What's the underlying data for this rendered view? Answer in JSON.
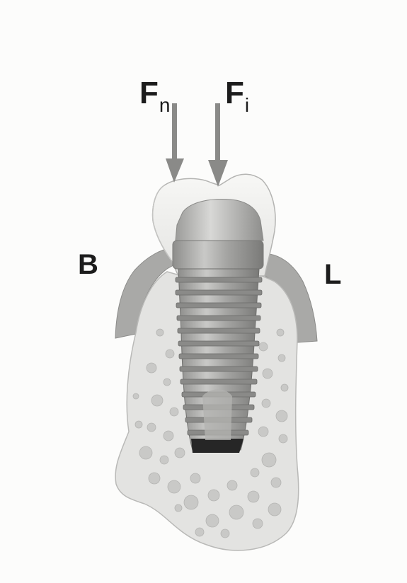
{
  "labels": {
    "force_normal": {
      "main": "F",
      "sub": "n"
    },
    "force_implant": {
      "main": "F",
      "sub": "i"
    },
    "buccal": "B",
    "lingual": "L"
  },
  "colors": {
    "background": "#fcfcfb",
    "bone": "#e3e3e1",
    "bone_edge": "#b9b9b7",
    "cancellous": "#c9c9c7",
    "gingiva": "#a9a9a7",
    "crown": "#efefed",
    "implant": "#9a9a98",
    "arrow": "#8a8a88",
    "text": "#1c1c1c"
  }
}
